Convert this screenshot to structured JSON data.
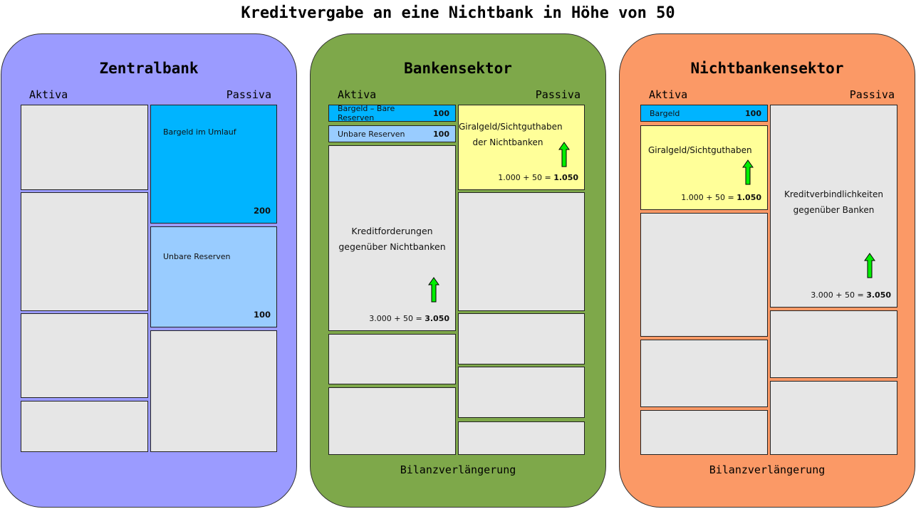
{
  "title": "Kreditvergabe an eine Nichtbank in Höhe von 50",
  "zentralbank": {
    "title": "Zentralbank",
    "aktiva": "Aktiva",
    "passiva": "Passiva",
    "bargeld_label": "Bargeld im Umlauf",
    "bargeld_value": "200",
    "reserven_label": "Unbare Reserven",
    "reserven_value": "100",
    "color": "#9b9bff"
  },
  "bankensektor": {
    "title": "Bankensektor",
    "aktiva": "Aktiva",
    "passiva": "Passiva",
    "bare_label": "Bargeld – Bare Reserven",
    "bare_value": "100",
    "unbare_label": "Unbare Reserven",
    "unbare_value": "100",
    "kredit_line1": "Kreditforderungen",
    "kredit_line2": "gegenüber Nichtbanken",
    "kredit_calc": "3.000 + 50 = ",
    "kredit_result": "3.050",
    "giral_line1": "Giralgeld/Sichtguthaben",
    "giral_line2": "der Nichtbanken",
    "giral_calc": "1.000 + 50 = ",
    "giral_result": "1.050",
    "footer": "Bilanzverlängerung",
    "color": "#7ea84a"
  },
  "nichtbankensektor": {
    "title": "Nichtbankensektor",
    "aktiva": "Aktiva",
    "passiva": "Passiva",
    "bargeld_label": "Bargeld",
    "bargeld_value": "100",
    "giral_label": "Giralgeld/Sichtguthaben",
    "giral_calc": "1.000 + 50 = ",
    "giral_result": "1.050",
    "kredit_line1": "Kreditverbindlichkeiten",
    "kredit_line2": "gegenüber Banken",
    "kredit_calc": "3.000 + 50 = ",
    "kredit_result": "3.050",
    "footer": "Bilanzverlängerung",
    "color": "#fb9966"
  },
  "colors": {
    "cash_blue": "#00b4ff",
    "reserve_blue": "#99ccff",
    "giral_yellow": "#ffff99",
    "empty_grey": "#e6e6e6",
    "arrow_green": "#00ee00"
  }
}
